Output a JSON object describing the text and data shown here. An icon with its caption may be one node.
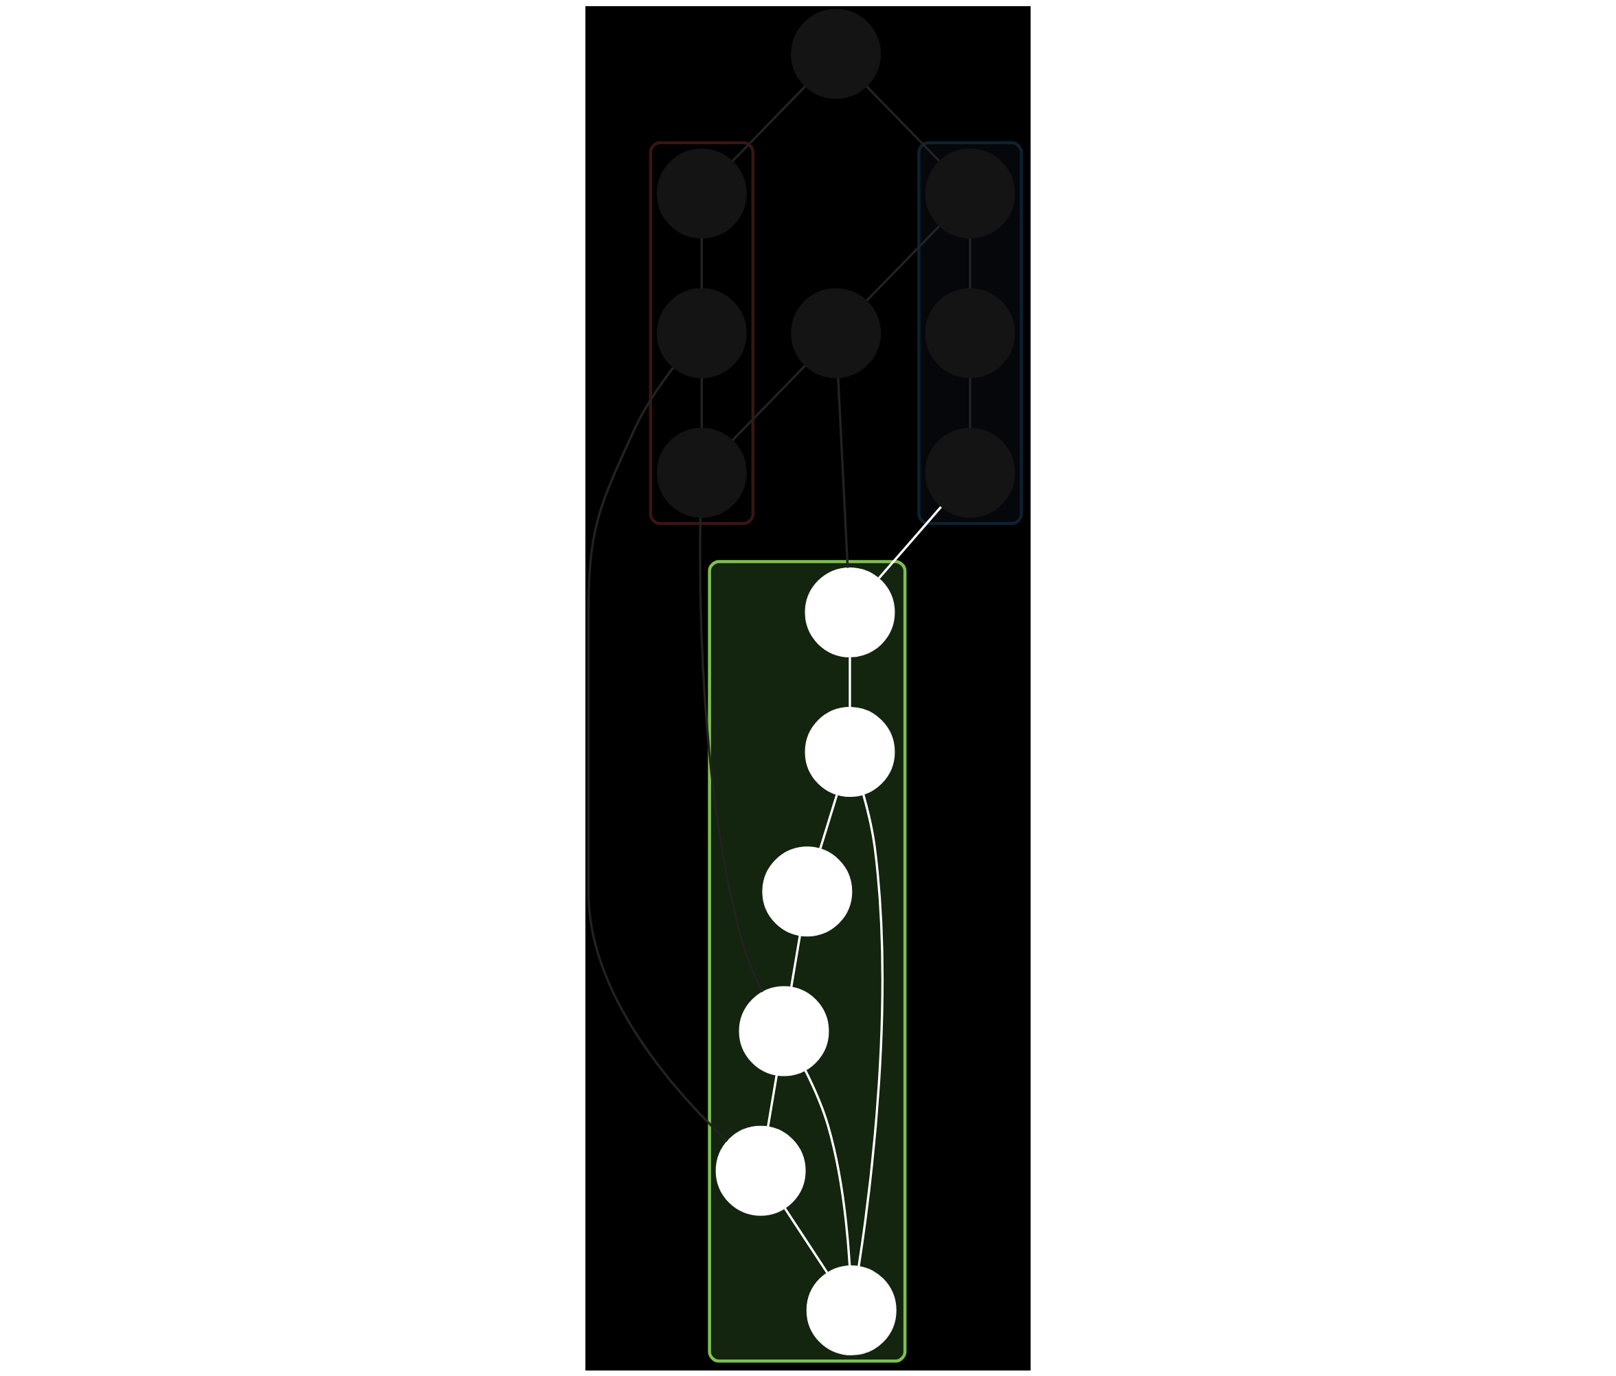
{
  "diagram": {
    "nodes": [
      {
        "text": [],
        "shape": "blob"
      },
      {
        "text": [],
        "shape": "circle",
        "in": 0
      },
      {
        "text": [],
        "shape": "circle",
        "in": 0
      },
      {
        "text": [],
        "shape": "circle"
      },
      {
        "text": [],
        "shape": "blob"
      },
      {
        "text": [],
        "shape": "circle",
        "in": 4
      },
      {
        "text": [],
        "shape": "circle",
        "in": 0
      },
      {
        "text": [],
        "shape": "circle"
      },
      {
        "text": [],
        "shape": "circle",
        "in": 4
      },
      {
        "text": [],
        "shape": "circle",
        "in": 4
      },
      {
        "text": [],
        "shape": "blob"
      },
      {
        "text": [],
        "shape": "circle",
        "in": 10
      },
      {
        "text": [],
        "shape": "circle",
        "in": 10
      },
      {
        "text": [],
        "shape": "circle",
        "in": 10
      },
      {
        "text": [],
        "shape": "circle",
        "in": 10
      },
      {
        "text": [],
        "shape": "circle",
        "in": 10
      },
      {
        "text": [],
        "shape": "circle",
        "in": 10
      }
    ],
    "edges": [
      {
        "from": 1,
        "to": 2,
        "arrow": "none"
      },
      {
        "from": 1,
        "to": 3,
        "arrow": "none"
      },
      {
        "from": 3,
        "to": 5,
        "arrow": "none"
      },
      {
        "from": 5,
        "to": 7,
        "arrow": "none"
      },
      {
        "from": 5,
        "to": 8,
        "arrow": "none"
      },
      {
        "from": 7,
        "to": 6,
        "arrow": "none"
      },
      {
        "from": 2,
        "to": 6,
        "arrow": "none"
      },
      {
        "from": 2,
        "to": 11,
        "arrow": "none"
      },
      {
        "from": 6,
        "to": 12,
        "arrow": "none"
      },
      {
        "from": 8,
        "to": 9,
        "arrow": "none"
      },
      {
        "from": 7,
        "to": 13,
        "arrow": "none"
      },
      {
        "from": 9,
        "to": 13,
        "arrow": "none",
        "color": "#ffffff"
      },
      {
        "from": 13,
        "to": 16,
        "arrow": "none",
        "color": "#ffffff"
      },
      {
        "from": 16,
        "to": 14,
        "arrow": "none",
        "color": "#ffffff"
      },
      {
        "from": 14,
        "to": 12,
        "arrow": "none",
        "color": "#ffffff"
      },
      {
        "from": 12,
        "to": 11,
        "arrow": "none",
        "color": "#ffffff"
      },
      {
        "from": 12,
        "to": 15,
        "arrow": "none",
        "color": "#ffffff"
      },
      {
        "from": 11,
        "to": 15,
        "arrow": "none",
        "color": "#ffffff"
      },
      {
        "from": 16,
        "to": 15,
        "arrow": "none",
        "color": "#ffffff"
      }
    ]
  }
}
